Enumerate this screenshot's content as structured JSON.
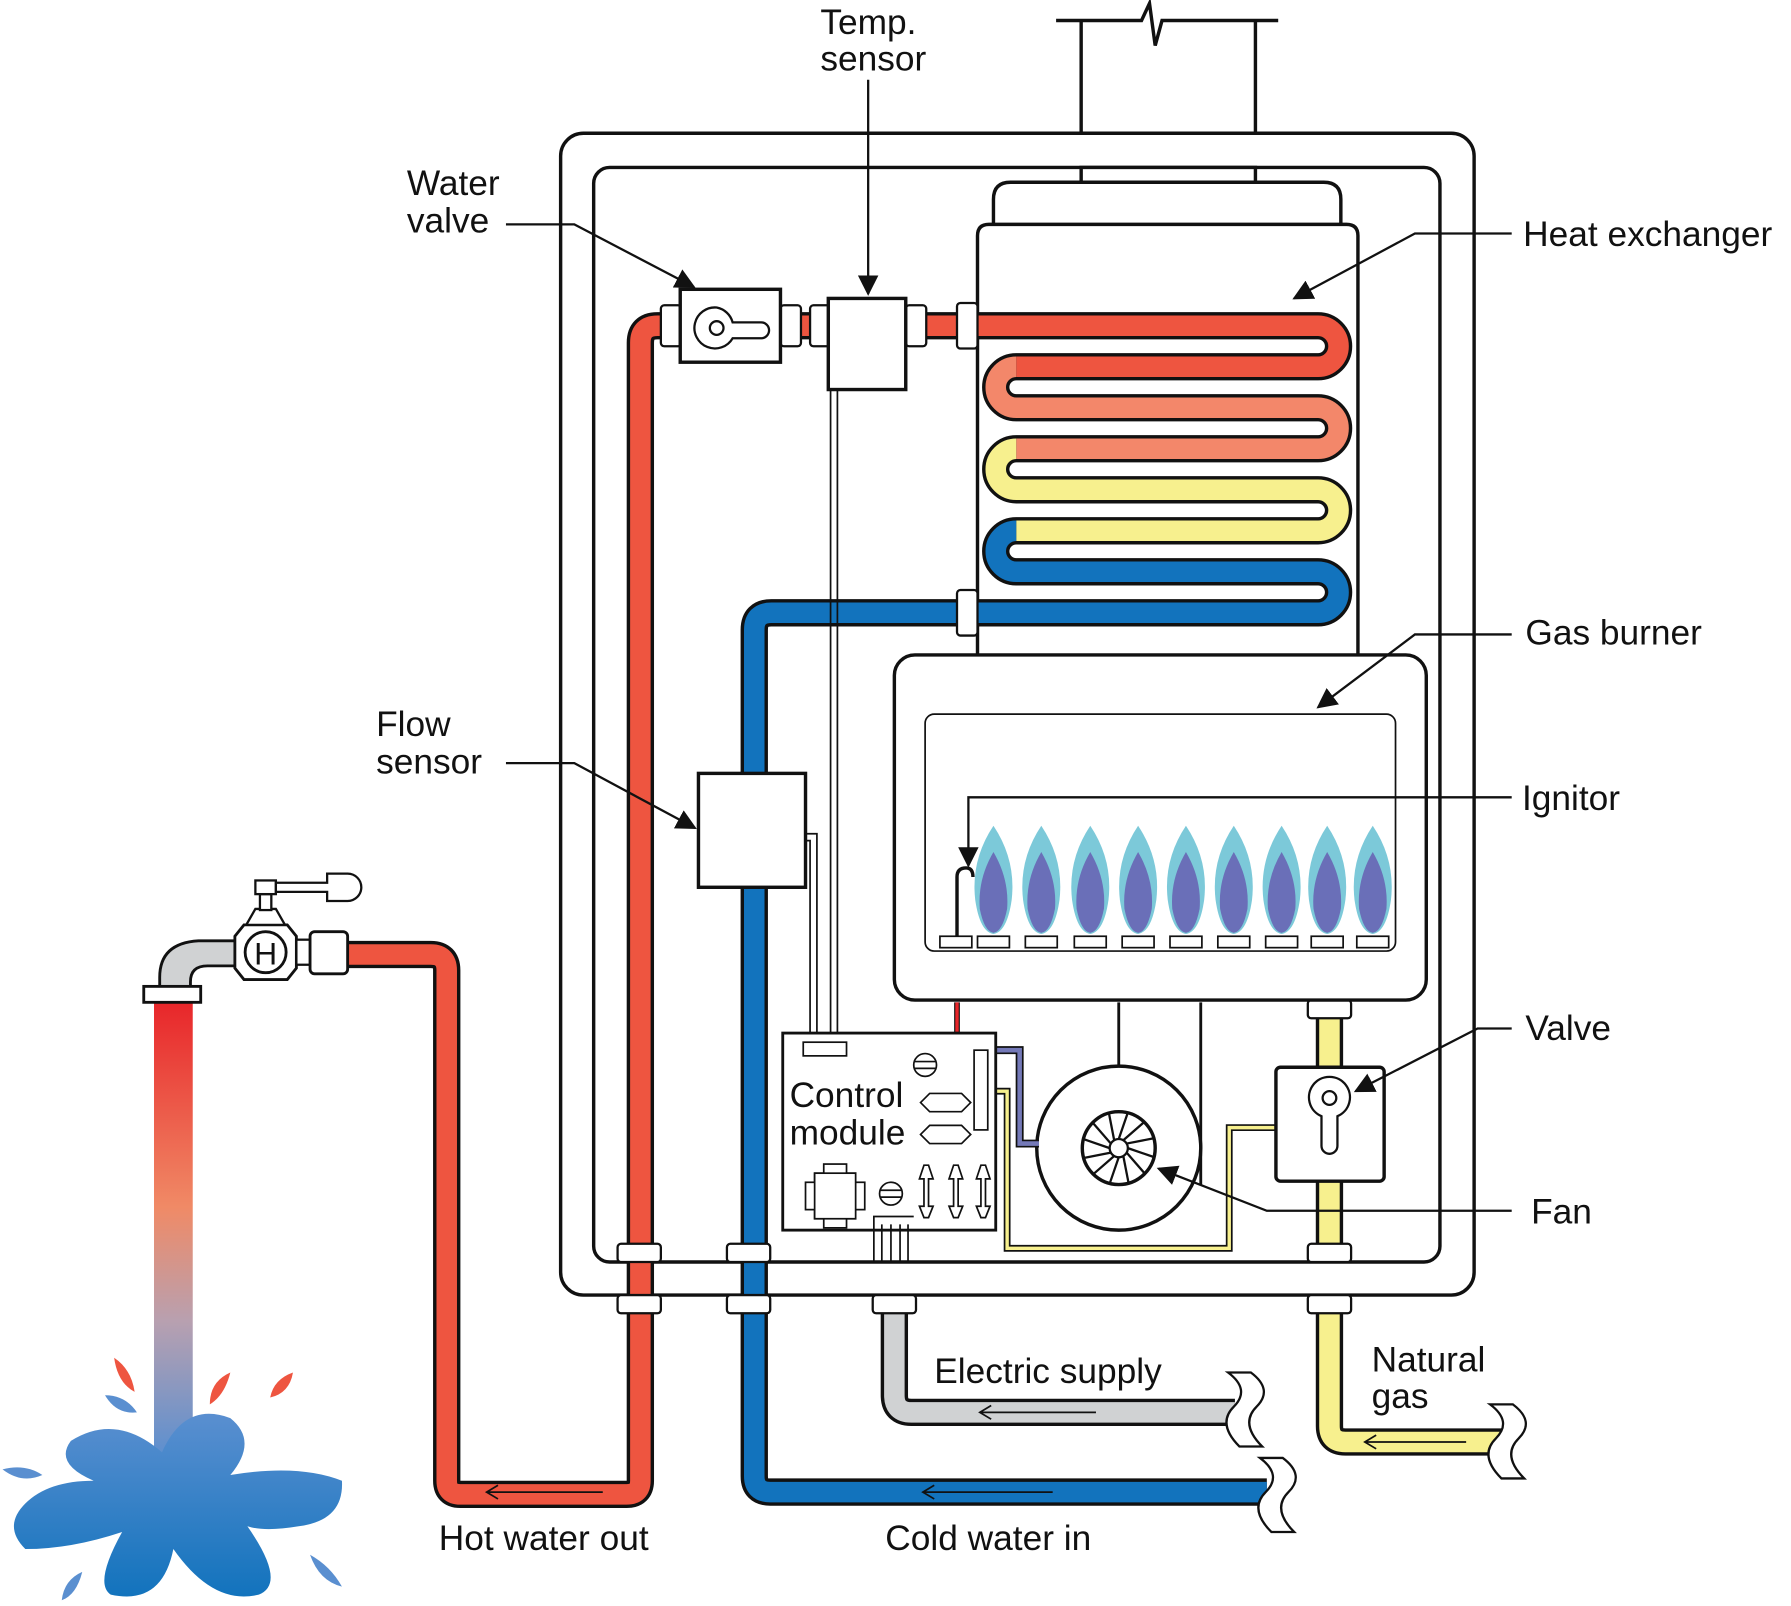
{
  "labels": {
    "temp_sensor": [
      "Temp.",
      "sensor"
    ],
    "water_valve": [
      "Water",
      "valve"
    ],
    "heat_exchanger": "Heat exchanger",
    "gas_burner": "Gas burner",
    "ignitor": "Ignitor",
    "flow_sensor": [
      "Flow",
      "sensor"
    ],
    "control_module": [
      "Control",
      "module"
    ],
    "valve": "Valve",
    "fan": "Fan",
    "electric_supply": "Electric supply",
    "natural_gas": [
      "Natural",
      "gas"
    ],
    "hot_water_out": "Hot water out",
    "cold_water_in": "Cold water in",
    "tap_letter": "H"
  },
  "colors": {
    "hot": "#ee5540",
    "warm": "#f3876a",
    "tepid": "#f7f08e",
    "cold": "#1273bd",
    "electric": "#d0d2d3",
    "gas": "#f7f08e",
    "flame_outer": "#7cc9d9",
    "flame_inner": "#6a6fb8",
    "signal_red": "#e8262a",
    "signal_blue": "#7479b8"
  }
}
